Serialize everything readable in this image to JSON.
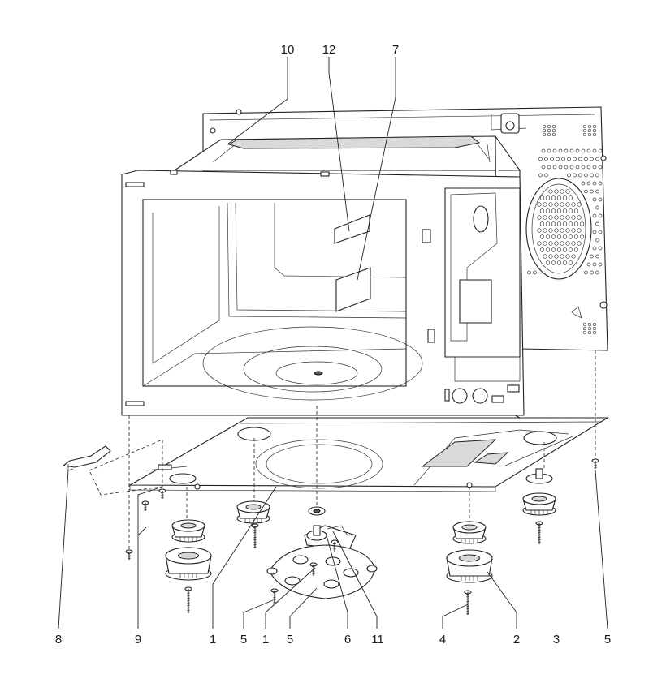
{
  "callouts_top": [
    {
      "id": "10",
      "label": "10"
    },
    {
      "id": "12",
      "label": "12"
    },
    {
      "id": "7",
      "label": "7"
    }
  ],
  "callouts_bottom": [
    {
      "id": "8",
      "label": "8"
    },
    {
      "id": "9",
      "label": "9"
    },
    {
      "id": "1a",
      "label": "1"
    },
    {
      "id": "5a",
      "label": "5"
    },
    {
      "id": "1b",
      "label": "1"
    },
    {
      "id": "5b",
      "label": "5"
    },
    {
      "id": "6",
      "label": "6"
    },
    {
      "id": "11",
      "label": "11"
    },
    {
      "id": "4",
      "label": "4"
    },
    {
      "id": "2",
      "label": "2"
    },
    {
      "id": "3",
      "label": "3"
    },
    {
      "id": "5c",
      "label": "5"
    }
  ],
  "colors": {
    "line": "#222222",
    "background": "#ffffff",
    "shade": "#d9d9d9"
  }
}
